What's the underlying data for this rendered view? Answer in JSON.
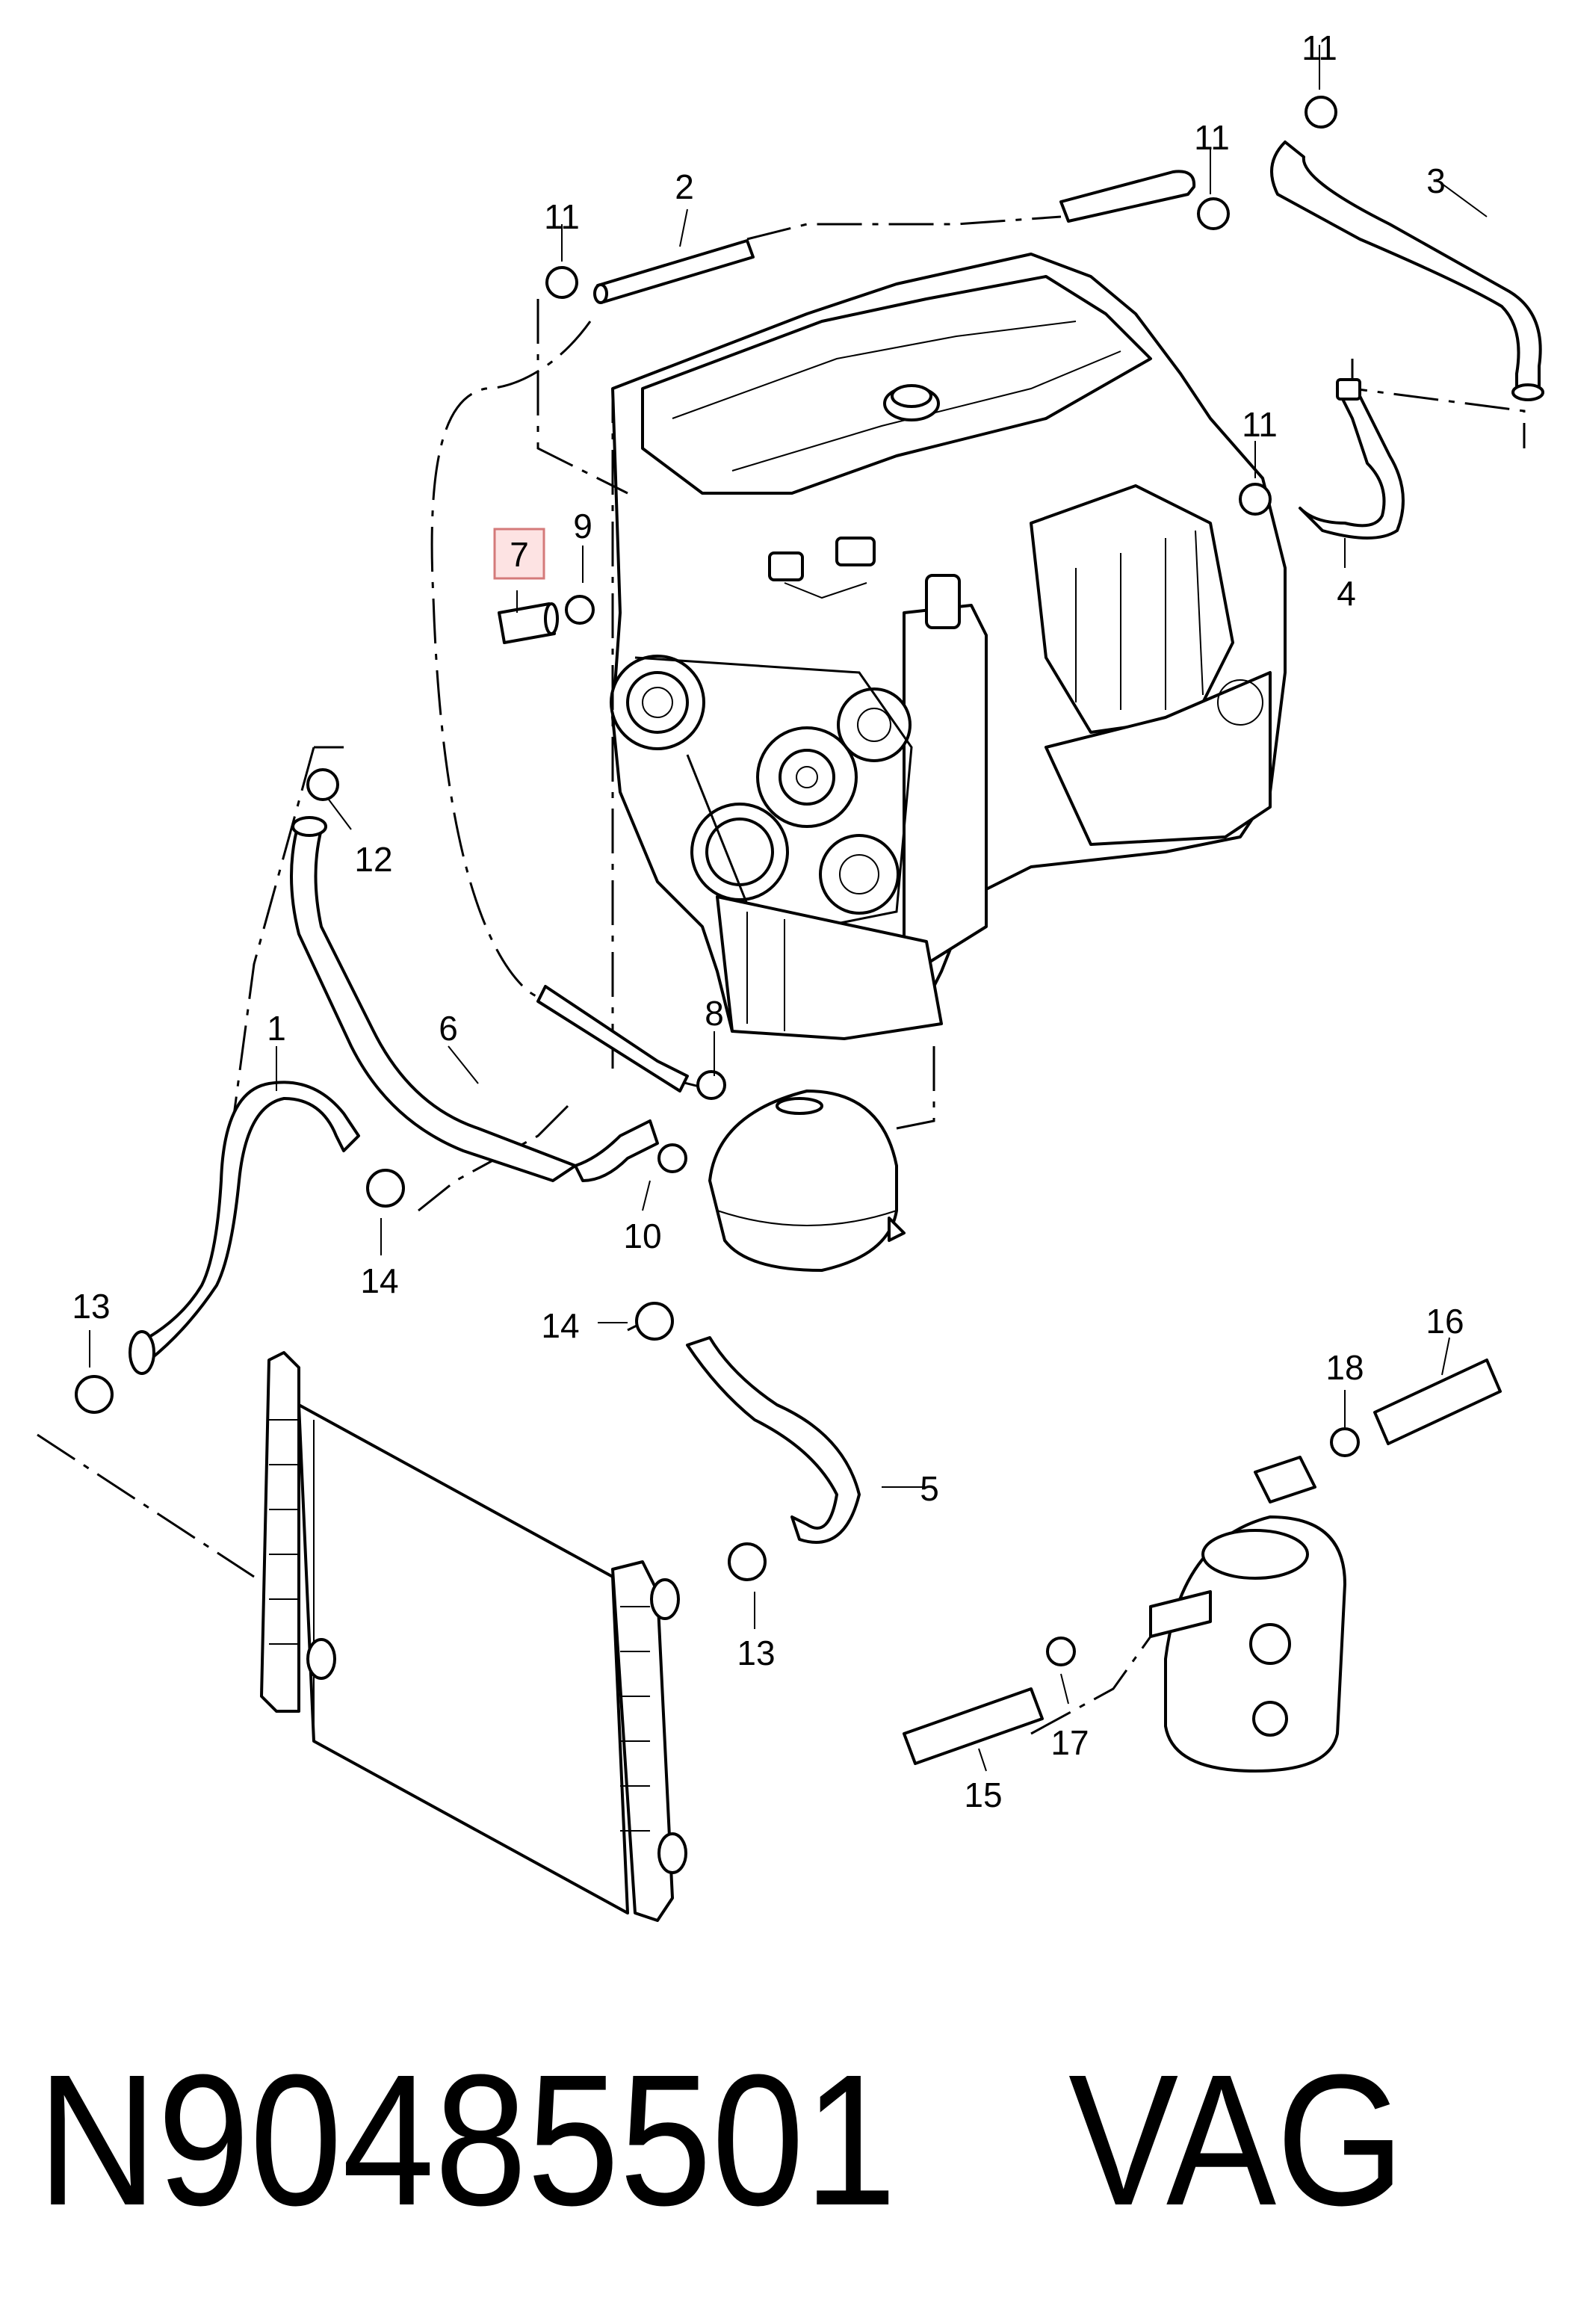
{
  "callouts": {
    "c1": "1",
    "c2": "2",
    "c3": "3",
    "c4": "4",
    "c5": "5",
    "c6": "6",
    "c7": "7",
    "c8": "8",
    "c9": "9",
    "c10": "10",
    "c11a": "11",
    "c11b": "11",
    "c11c": "11",
    "c11d": "11",
    "c12": "12",
    "c13a": "13",
    "c13b": "13",
    "c14a": "14",
    "c14b": "14",
    "c15": "15",
    "c16": "16",
    "c17": "17",
    "c18": "18"
  },
  "highlighted_part": "7",
  "caption": {
    "part_number": "N90485501",
    "brand": "VAG"
  },
  "colors": {
    "line": "#000000",
    "highlight_fill": "#fde3e3",
    "highlight_border": "#d47a7a"
  }
}
